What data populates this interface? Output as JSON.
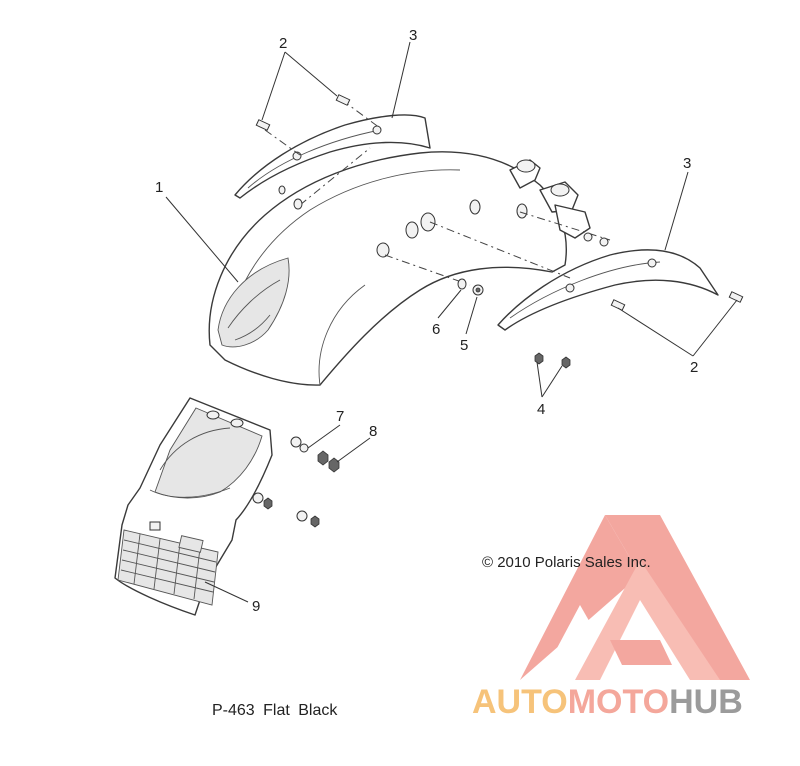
{
  "callouts": {
    "c1": "1",
    "c2a": "2",
    "c2b": "2",
    "c3a": "3",
    "c3b": "3",
    "c4": "4",
    "c5": "5",
    "c6": "6",
    "c7": "7",
    "c8": "8",
    "c9": "9"
  },
  "copyright": "© 2010 Polaris Sales Inc.",
  "part_reference": "P-463  Flat Black",
  "watermark": {
    "word_a": "AUTO",
    "word_b": "MOTO",
    "word_c": "HUB",
    "color_a": "#f6c37a",
    "color_b": "#f4a79b",
    "color_c": "#9b9b9b",
    "logo_color": "#f08a80"
  }
}
